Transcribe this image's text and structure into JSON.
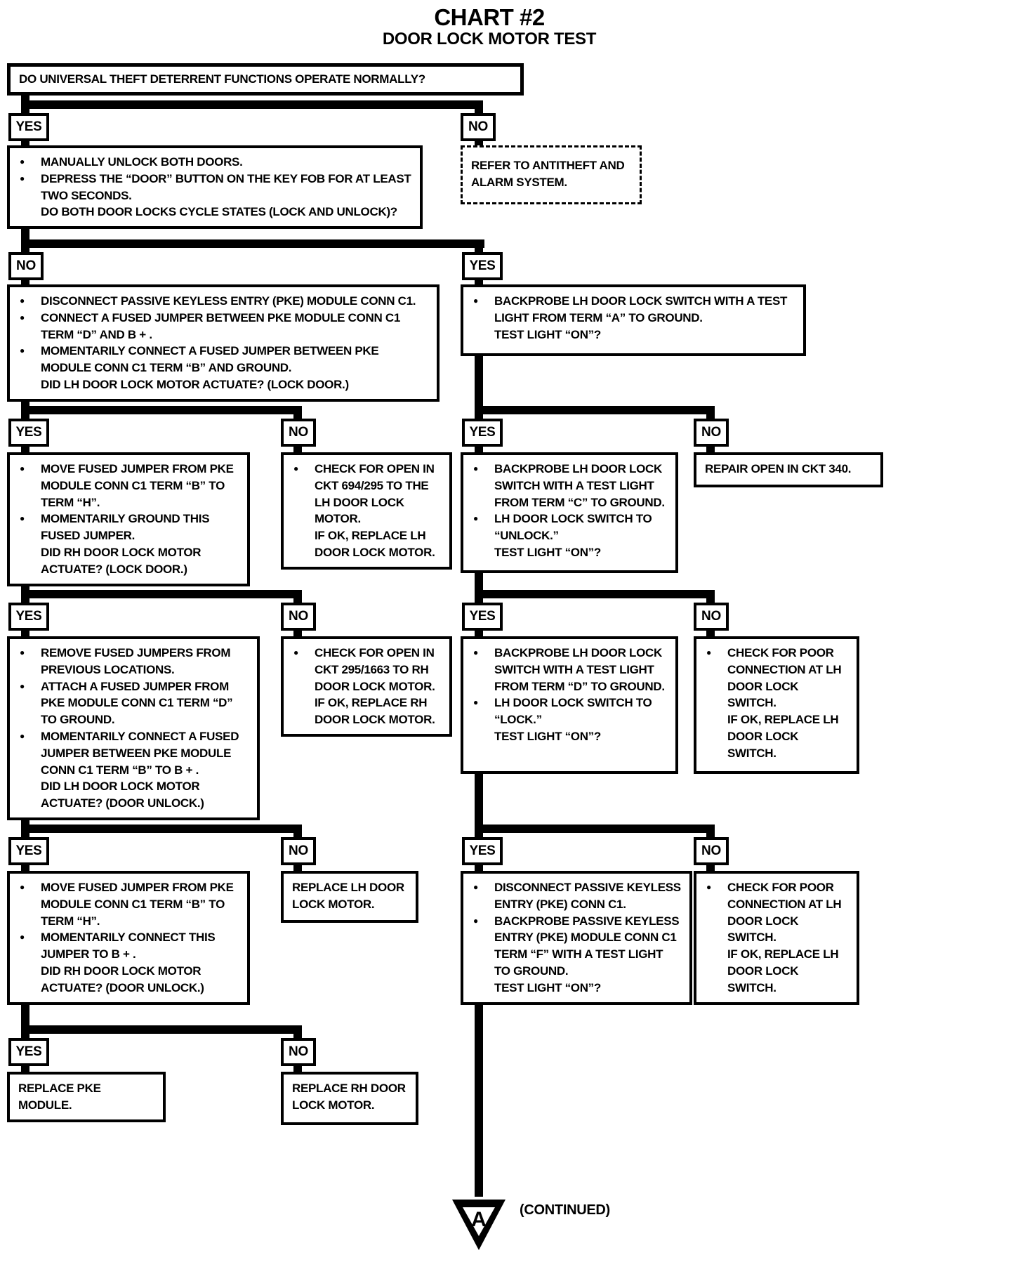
{
  "title": "CHART #2",
  "subtitle": "DOOR LOCK MOTOR TEST",
  "labels": {
    "yes": "YES",
    "no": "NO",
    "continued": "(CONTINUED)",
    "marker": "A",
    "bullet": "●"
  },
  "colors": {
    "ink": "#000000",
    "paper": "#ffffff"
  },
  "nodes": {
    "q1": {
      "text": "DO UNIVERSAL THEFT DETERRENT FUNCTIONS OPERATE NORMALLY?"
    },
    "refer": {
      "text": "REFER TO ANTITHEFT AND ALARM SYSTEM."
    },
    "i1": {
      "items": [
        {
          "b": true,
          "t": "MANUALLY UNLOCK BOTH DOORS."
        },
        {
          "b": true,
          "t": "DEPRESS THE “DOOR” BUTTON ON THE KEY FOB FOR AT LEAST TWO SECONDS."
        },
        {
          "b": false,
          "t": "DO BOTH DOOR LOCKS CYCLE STATES (LOCK AND UNLOCK)?"
        }
      ]
    },
    "i2": {
      "items": [
        {
          "b": true,
          "t": "DISCONNECT PASSIVE KEYLESS ENTRY (PKE) MODULE CONN C1."
        },
        {
          "b": true,
          "t": "CONNECT A FUSED JUMPER BETWEEN PKE MODULE CONN C1 TERM “D” AND B + ."
        },
        {
          "b": true,
          "t": "MOMENTARILY CONNECT A FUSED JUMPER BETWEEN PKE MODULE CONN C1 TERM “B” AND GROUND."
        },
        {
          "b": false,
          "t": "DID LH DOOR LOCK MOTOR ACTUATE? (LOCK DOOR.)"
        }
      ]
    },
    "i3": {
      "items": [
        {
          "b": true,
          "t": "BACKPROBE LH DOOR LOCK SWITCH WITH A TEST LIGHT FROM TERM “A” TO GROUND."
        },
        {
          "b": false,
          "t": "TEST LIGHT “ON”?"
        }
      ]
    },
    "i4": {
      "items": [
        {
          "b": true,
          "t": "MOVE FUSED JUMPER FROM PKE MODULE CONN C1 TERM “B” TO TERM “H”."
        },
        {
          "b": true,
          "t": "MOMENTARILY GROUND THIS FUSED JUMPER."
        },
        {
          "b": false,
          "t": "DID RH DOOR LOCK MOTOR ACTUATE? (LOCK DOOR.)"
        }
      ]
    },
    "i5": {
      "items": [
        {
          "b": true,
          "t": "CHECK FOR OPEN IN CKT 694/295 TO THE LH DOOR LOCK MOTOR."
        },
        {
          "b": false,
          "t": "IF OK, REPLACE LH DOOR LOCK MOTOR."
        }
      ]
    },
    "i6": {
      "items": [
        {
          "b": true,
          "t": "BACKPROBE LH DOOR LOCK SWITCH WITH A TEST LIGHT FROM TERM “C” TO GROUND."
        },
        {
          "b": true,
          "t": "LH DOOR LOCK SWITCH TO “UNLOCK.”"
        },
        {
          "b": false,
          "t": "TEST LIGHT “ON”?"
        }
      ]
    },
    "i7": {
      "text": "REPAIR OPEN IN CKT 340."
    },
    "i8": {
      "items": [
        {
          "b": true,
          "t": "REMOVE FUSED JUMPERS FROM PREVIOUS LOCATIONS."
        },
        {
          "b": true,
          "t": "ATTACH A FUSED JUMPER FROM PKE MODULE CONN C1 TERM “D” TO GROUND."
        },
        {
          "b": true,
          "t": "MOMENTARILY CONNECT A FUSED JUMPER BETWEEN PKE MODULE CONN C1 TERM “B” TO B + ."
        },
        {
          "b": false,
          "t": "DID LH DOOR LOCK MOTOR ACTUATE? (DOOR UNLOCK.)"
        }
      ]
    },
    "i9": {
      "items": [
        {
          "b": true,
          "t": "CHECK FOR OPEN IN CKT 295/1663 TO RH DOOR LOCK MOTOR."
        },
        {
          "b": false,
          "t": "IF OK, REPLACE RH DOOR LOCK MOTOR."
        }
      ]
    },
    "i10": {
      "items": [
        {
          "b": true,
          "t": "BACKPROBE LH DOOR LOCK SWITCH WITH A TEST LIGHT FROM TERM “D” TO GROUND."
        },
        {
          "b": true,
          "t": "LH DOOR LOCK SWITCH TO “LOCK.”"
        },
        {
          "b": false,
          "t": "TEST LIGHT “ON”?"
        }
      ]
    },
    "i11": {
      "items": [
        {
          "b": true,
          "t": "CHECK FOR POOR CONNECTION AT LH DOOR LOCK SWITCH."
        },
        {
          "b": false,
          "t": "IF OK, REPLACE LH DOOR LOCK SWITCH."
        }
      ]
    },
    "i12": {
      "items": [
        {
          "b": true,
          "t": "MOVE FUSED JUMPER FROM PKE MODULE CONN C1 TERM “B” TO TERM “H”."
        },
        {
          "b": true,
          "t": "MOMENTARILY CONNECT THIS JUMPER TO B + ."
        },
        {
          "b": false,
          "t": "DID RH DOOR LOCK MOTOR ACTUATE? (DOOR UNLOCK.)"
        }
      ]
    },
    "i13": {
      "text": "REPLACE LH DOOR LOCK MOTOR."
    },
    "i14": {
      "items": [
        {
          "b": true,
          "t": "DISCONNECT PASSIVE KEYLESS ENTRY (PKE) CONN C1."
        },
        {
          "b": true,
          "t": "BACKPROBE PASSIVE KEYLESS ENTRY (PKE) MODULE CONN C1 TERM “F” WITH A TEST LIGHT TO GROUND."
        },
        {
          "b": false,
          "t": "TEST LIGHT “ON”?"
        }
      ]
    },
    "i15": {
      "items": [
        {
          "b": true,
          "t": "CHECK FOR POOR CONNECTION AT LH DOOR LOCK SWITCH."
        },
        {
          "b": false,
          "t": "IF OK, REPLACE LH DOOR LOCK SWITCH."
        }
      ]
    },
    "i16": {
      "text": "REPLACE PKE MODULE."
    },
    "i17": {
      "text": "REPLACE RH DOOR LOCK MOTOR."
    }
  }
}
